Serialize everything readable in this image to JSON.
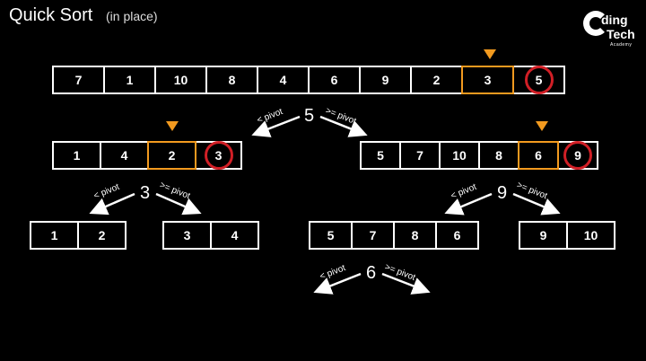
{
  "header": {
    "title": "Quick Sort",
    "subtitle": "(in place)"
  },
  "logo": {
    "line1": "ding",
    "line2": "Tech",
    "line3": "Academy"
  },
  "labels": {
    "less": "< pivot",
    "geq": ">= pivot"
  },
  "colors": {
    "pivot": "#f29a1f",
    "partition": "#d11f26",
    "border": "#ffffff"
  },
  "arrays": {
    "root": [
      "7",
      "1",
      "10",
      "8",
      "4",
      "6",
      "9",
      "2",
      "3",
      "5"
    ],
    "left1": [
      "1",
      "4",
      "2",
      "3"
    ],
    "right1": [
      "5",
      "7",
      "10",
      "8",
      "6",
      "9"
    ],
    "ll": [
      "1",
      "2"
    ],
    "lr": [
      "3",
      "4"
    ],
    "rl": [
      "5",
      "7",
      "8",
      "6"
    ],
    "rr": [
      "9",
      "10"
    ]
  },
  "splits": {
    "root": "5",
    "left1": "3",
    "right1": "9",
    "rl": "6"
  }
}
